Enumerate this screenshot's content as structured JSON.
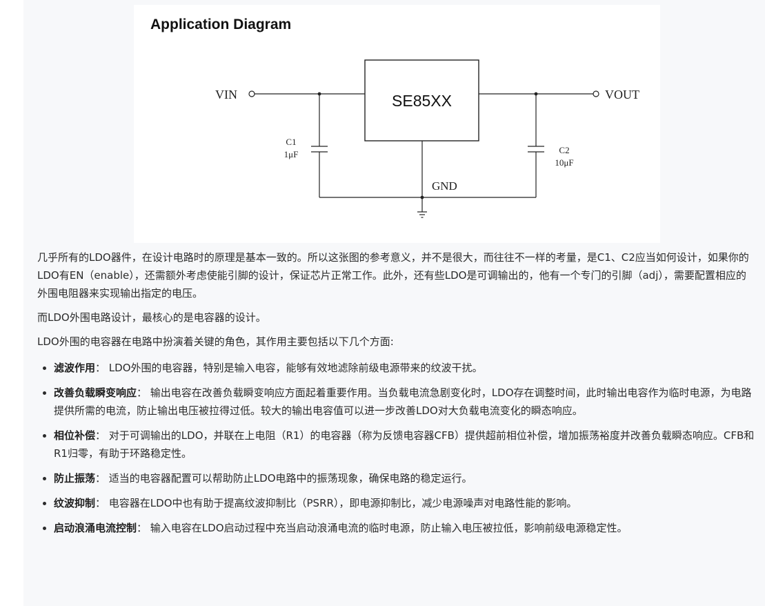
{
  "figure": {
    "title": "Application Diagram",
    "vin_label": "VIN",
    "vout_label": "VOUT",
    "chip_label": "SE85XX",
    "c1_name": "C1",
    "c1_value": "1μF",
    "c2_name": "C2",
    "c2_value": "10μF",
    "gnd_label": "GND"
  },
  "paragraphs": [
    "几乎所有的LDO器件，在设计电路时的原理是基本一致的。所以这张图的参考意义，并不是很大，而往往不一样的考量，是C1、C2应当如何设计，如果你的LDO有EN（enable），还需额外考虑使能引脚的设计，保证芯片正常工作。此外，还有些LDO是可调输出的，他有一个专门的引脚（adj），需要配置相应的外围电阻器来实现输出指定的电压。",
    "而LDO外围电路设计，最核心的是电容器的设计。",
    "LDO外围的电容器在电路中扮演着关键的角色，其作用主要包括以下几个方面:"
  ],
  "points": [
    {
      "title": "滤波作用",
      "text": "： LDO外围的电容器，特别是输入电容，能够有效地滤除前级电源带来的纹波干扰。"
    },
    {
      "title": "改善负载瞬变响应",
      "text": "： 输出电容在改善负载瞬变响应方面起着重要作用。当负载电流急剧变化时，LDO存在调整时间，此时输出电容作为临时电源，为电路提供所需的电流，防止输出电压被拉得过低。较大的输出电容值可以进一步改善LDO对大负载电流变化的瞬态响应。"
    },
    {
      "title": "相位补偿",
      "text": "： 对于可调输出的LDO，并联在上电阻（R1）的电容器（称为反馈电容器CFB）提供超前相位补偿，增加振荡裕度并改善负载瞬态响应。CFB和R1归零，有助于环路稳定性。"
    },
    {
      "title": "防止振荡",
      "text": "： 适当的电容器配置可以帮助防止LDO电路中的振荡现象，确保电路的稳定运行。"
    },
    {
      "title": "纹波抑制",
      "text": "： 电容器在LDO中也有助于提高纹波抑制比（PSRR），即电源抑制比，减少电源噪声对电路性能的影响。"
    },
    {
      "title": "启动浪涌电流控制",
      "text": "： 输入电容在LDO启动过程中充当启动浪涌电流的临时电源，防止输入电压被拉低，影响前级电源稳定性。"
    }
  ]
}
